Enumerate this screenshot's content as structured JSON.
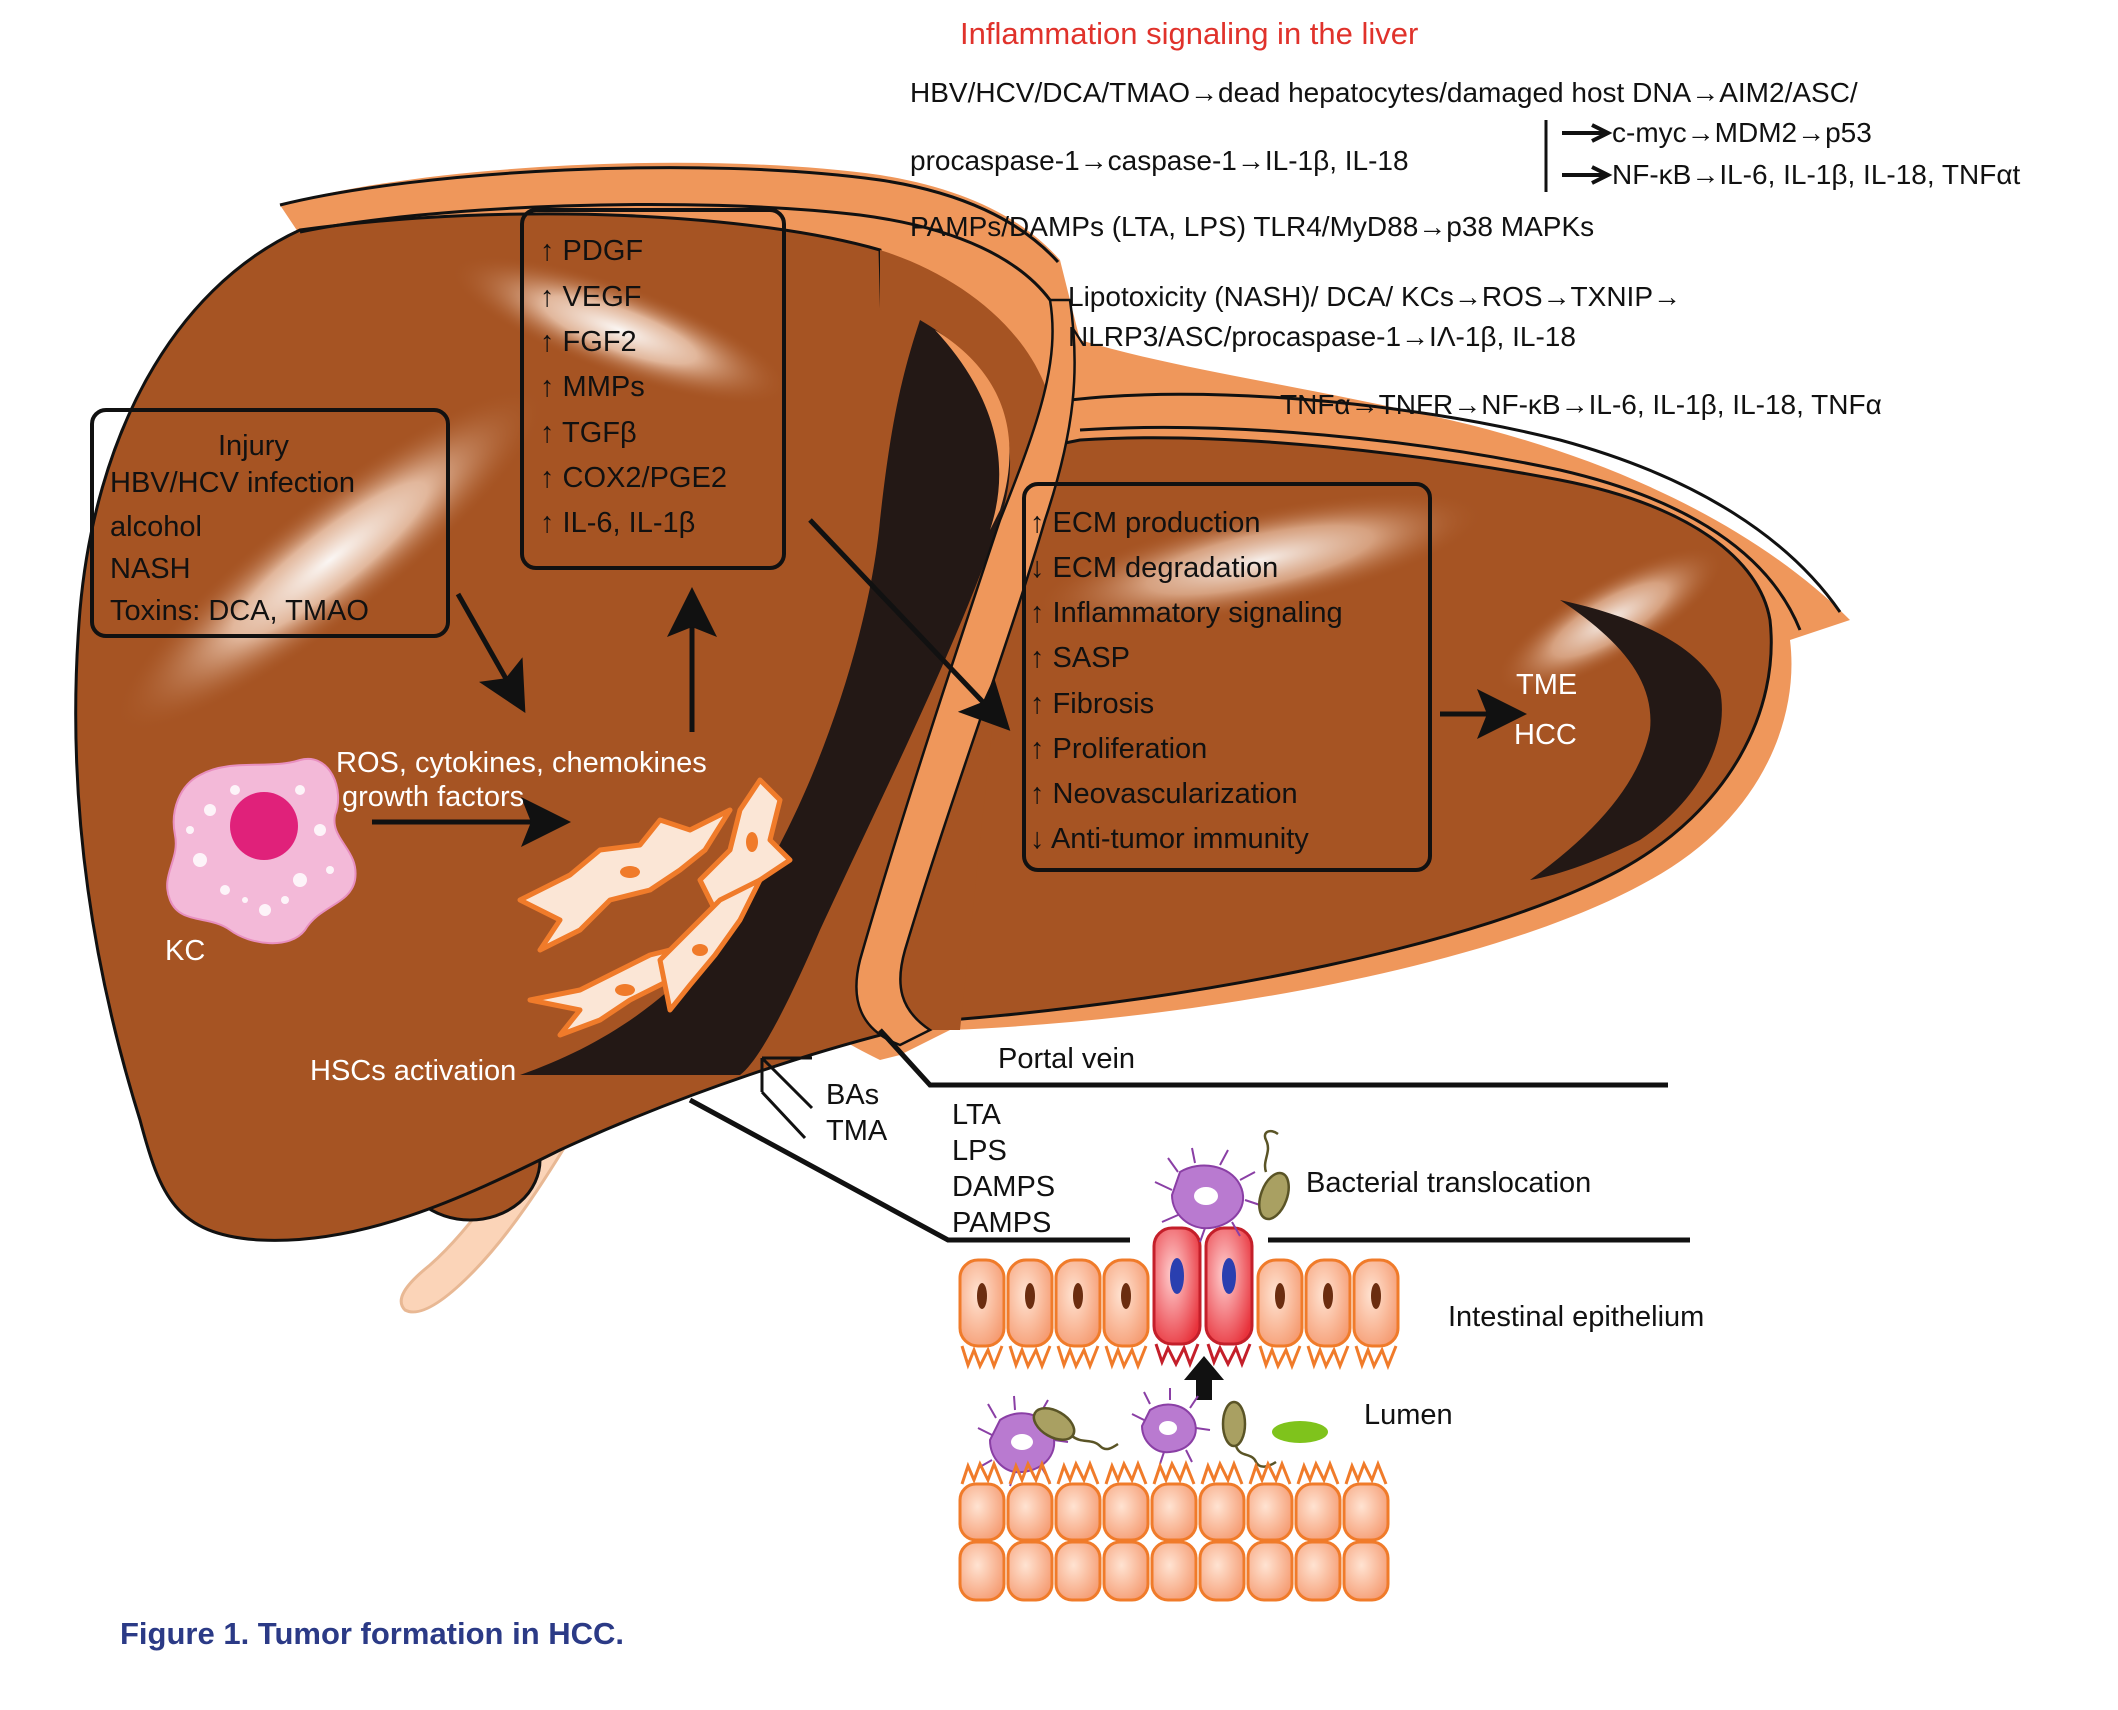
{
  "title": "Inflammation signaling in the liver",
  "pathways": {
    "line1": "HBV/HCV/DCA/TMAO→dead hepatocytes/damaged host DNA→AIM2/ASC/",
    "line2": "procaspase-1→caspase-1→IL-1β, IL-18",
    "branch1": "c-myc→MDM2→p53",
    "branch2": "NF-κB→IL-6, IL-1β, IL-18, TNFαt",
    "line3": "PAMPs/DAMPs (LTA, LPS) TLR4/MyD88→p38 MAPKs",
    "line4": "Lipotoxicity (NASH)/ DCA/ KCs→ROS→TXNIP→",
    "line5": "NLRP3/ASC/procaspase-1→IΛ-1β, IL-18",
    "line6": "TNFα→TNFR→NF-κB→IL-6, IL-1β, IL-18, TNFα"
  },
  "injury": {
    "heading": "Injury",
    "items": [
      "HBV/HCV infection",
      "alcohol",
      "NASH",
      "Toxins: DCA, TMAO"
    ]
  },
  "factors": {
    "items": [
      "↑ PDGF",
      "↑ VEGF",
      "↑ FGF2",
      "↑ MMPs",
      "↑ TGFβ",
      "↑ COX2/PGE2",
      "↑ IL-6, IL-1β"
    ]
  },
  "effects": {
    "items": [
      "↑ ECM production",
      "↓ ECM degradation",
      "↑ Inflammatory signaling",
      "↑ SASP",
      "↑ Fibrosis",
      "↑ Proliferation",
      "↑ Neovascularization",
      "↓ Anti-tumor immunity"
    ]
  },
  "labels": {
    "ros1": "ROS, cytokines, chemokines",
    "ros2": "growth factors",
    "kc": "KC",
    "hsc": "HSCs activation",
    "tme": "TME",
    "hcc": "HCC",
    "portal_vein": "Portal vein",
    "bas": "BAs",
    "tma": "TMA",
    "translocated": [
      "LTA",
      "LPS",
      "DAMPS",
      "PAMPS"
    ],
    "bacterial": "Bacterial translocation",
    "epithelium": "Intestinal epithelium",
    "lumen": "Lumen"
  },
  "caption": "Figure 1.  Tumor formation in HCC.",
  "colors": {
    "liver": "#a65423",
    "liver_rim": "#ef975b",
    "title_red": "#e0322b",
    "caption_blue": "#2b3a86",
    "cell_orange": "#f7a17a",
    "cell_red": "#e8323b",
    "kc_pink": "#f3b9d8",
    "nucleus": "#e0217a",
    "bacteria_purple": "#b97ad0",
    "bacteria_olive": "#a9a062",
    "green_particle": "#7fc31c"
  }
}
